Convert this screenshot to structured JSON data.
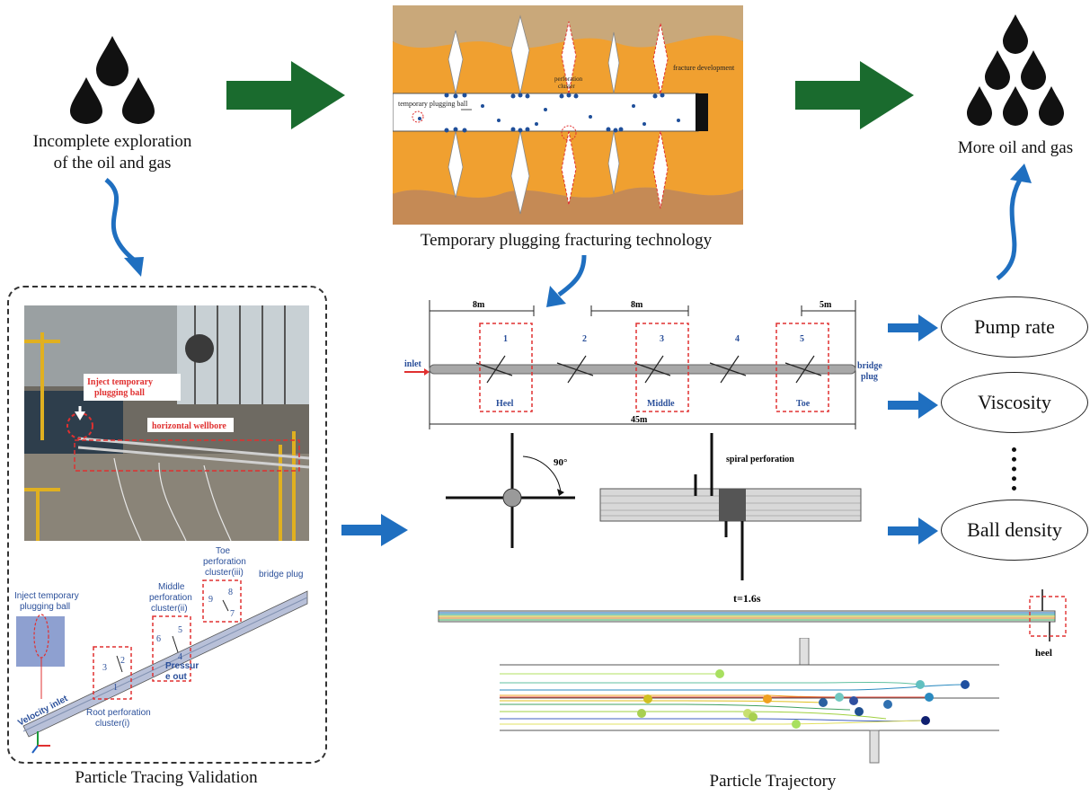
{
  "top_left": {
    "caption_line1": "Incomplete exploration",
    "caption_line2": "of the oil and gas",
    "icon": "oil-drops-icon"
  },
  "top_center": {
    "caption": "Temporary plugging fracturing technology",
    "labels": {
      "ball": "temporary plugging ball",
      "cluster_line1": "perforation",
      "cluster_line2": "cluster",
      "fracture": "fracture development"
    }
  },
  "top_right": {
    "caption": "More oil and gas",
    "icon": "oil-drops-icon"
  },
  "wellbore_diagram": {
    "inlet": "inlet",
    "bridge_plug_line1": "bridge",
    "bridge_plug_line2": "plug",
    "dim_left": "8m",
    "dim_mid": "8m",
    "dim_right": "5m",
    "dim_total": "45m",
    "clusters": [
      "1",
      "2",
      "3",
      "4",
      "5"
    ],
    "zones": [
      "Heel",
      "Middle",
      "Toe"
    ]
  },
  "perforation_detail": {
    "angle": "90°",
    "spiral": "spiral perforation"
  },
  "parameters": [
    "Pump rate",
    "Viscosity",
    "Ball density"
  ],
  "validation_panel": {
    "caption": "Particle Tracing Validation",
    "photo_labels": {
      "inject": "Inject temporary plugging ball",
      "wellbore": "horizontal wellbore"
    },
    "schematic_labels": {
      "inject_line1": "Inject temporary",
      "inject_line2": "plugging ball",
      "velocity_inlet": "Velocity inlet",
      "root_line1": "Root perforation",
      "root_line2": "cluster(i)",
      "middle_line1": "Middle",
      "middle_line2": "perforation",
      "middle_line3": "cluster(ii)",
      "toe_line1": "Toe",
      "toe_line2": "perforation",
      "toe_line3": "cluster(iii)",
      "bridge_plug": "bridge plug",
      "pressure_line1": "Pressur",
      "pressure_line2": "e out",
      "numbers": [
        "1",
        "2",
        "3",
        "4",
        "5",
        "6",
        "7",
        "8",
        "9"
      ]
    }
  },
  "trajectory_panel": {
    "caption": "Particle Trajectory",
    "time": "t=1.6s",
    "heel": "heel"
  },
  "colors": {
    "green_arrow": "#1a6b2e",
    "blue_arrow": "#1f6fc0",
    "red_dash": "#e03030",
    "orange_rock": "#f0a030",
    "label_blue": "#2a4f9a"
  }
}
